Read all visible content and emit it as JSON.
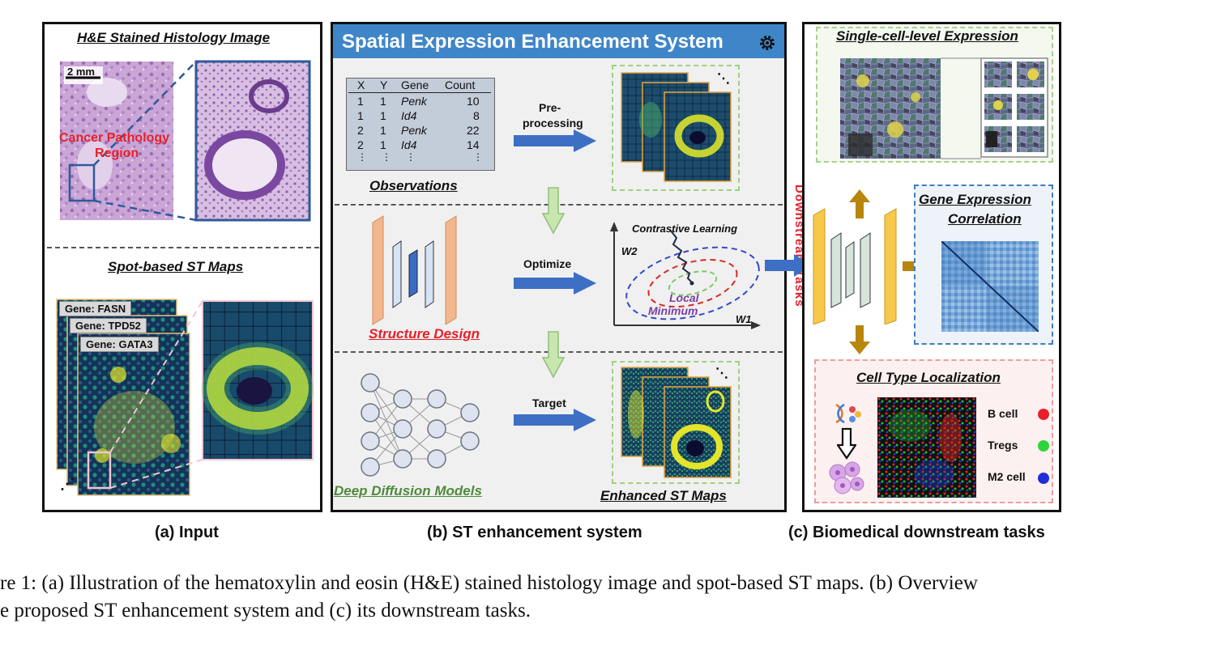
{
  "panel_a": {
    "he_title": "H&E Stained Histology Image",
    "scale_label": "2 mm",
    "region_label_line1": "Cancer Pathology",
    "region_label_line2": "Region",
    "st_title": "Spot-based ST Maps",
    "genes": [
      "Gene: FASN",
      "Gene: TPD52",
      "Gene: GATA3"
    ],
    "caption": "(a) Input"
  },
  "panel_b": {
    "header": "Spatial Expression Enhancement System",
    "table": {
      "columns": [
        "X",
        "Y",
        "Gene",
        "Count"
      ],
      "rows": [
        [
          "1",
          "1",
          "Penk",
          "10"
        ],
        [
          "1",
          "1",
          "Id4",
          "8"
        ],
        [
          "2",
          "1",
          "Penk",
          "22"
        ],
        [
          "2",
          "1",
          "Id4",
          "14"
        ]
      ]
    },
    "observations_label": "Observations",
    "preprocess_line1": "Pre-",
    "preprocess_line2": "processing",
    "optimize_label": "Optimize",
    "target_label": "Target",
    "structure_label": "Structure Design",
    "contrastive_label": "Contrastive Learning",
    "w1_label": "W1",
    "w2_label": "W2",
    "local_min_line1": "Local",
    "local_min_line2": "Minimum",
    "diffusion_label": "Deep Diffusion Models",
    "enhanced_label": "Enhanced ST Maps",
    "caption": "(b) ST enhancement system"
  },
  "downstream_vertical": "Downstream Tasks",
  "panel_c": {
    "single_cell_title": "Single-cell-level Expression",
    "correlation_title_line1": "Gene Expression",
    "correlation_title_line2": "Correlation",
    "localization_title": "Cell Type Localization",
    "legend": [
      {
        "label": "B cell",
        "color": "#e8202a"
      },
      {
        "label": "Tregs",
        "color": "#2fd43a"
      },
      {
        "label": "M2 cell",
        "color": "#1f2fd8"
      }
    ],
    "caption": "(c) Biomedical downstream tasks"
  },
  "figure_caption_line1": "re 1: (a) Illustration of the hematoxylin and eosin (H&E) stained histology image and spot-based ST maps. (b) Overview",
  "figure_caption_line2": "e proposed ST enhancement system and (c) its downstream tasks.",
  "colors": {
    "header_blue": "#3f86c9",
    "arrow_blue": "#3d6fc4",
    "arrow_gold": "#b8860b",
    "red_label": "#e8202a",
    "green_label": "#4f8a3a"
  }
}
